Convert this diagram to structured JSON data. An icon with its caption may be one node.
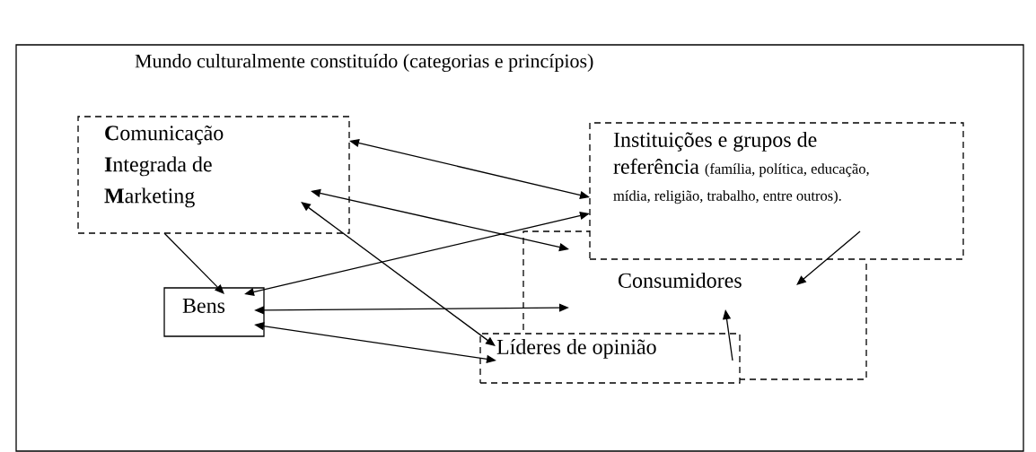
{
  "diagram": {
    "nodes": [
      {
        "text": [
          "Mundo culturalmente constituído (categorias e princípios)"
        ]
      },
      {
        "text": [
          "**C**omunicação **I**ntegrada de **M**arketing"
        ],
        "in": 0
      },
      {
        "text": [
          "Instituições e grupos de referência",
          "(família, política, educação, mídia, religião, trabalho, entre outros)."
        ],
        "in": 0
      },
      {
        "text": [
          "Bens"
        ],
        "in": 0
      },
      {
        "text": [
          "Consumidores"
        ],
        "in": 0
      },
      {
        "text": [
          "Líderes de opinião"
        ],
        "in": 0
      }
    ],
    "edges": [
      {
        "from": 1,
        "to": 2,
        "arrow": "both"
      },
      {
        "from": 1,
        "to": 4,
        "arrow": "both"
      },
      {
        "from": 1,
        "to": 5,
        "arrow": "both"
      },
      {
        "from": 1,
        "to": 3,
        "arrow": "to"
      },
      {
        "from": 3,
        "to": 2,
        "arrow": "both"
      },
      {
        "from": 3,
        "to": 4,
        "arrow": "both"
      },
      {
        "from": 3,
        "to": 5,
        "arrow": "both"
      },
      {
        "from": 2,
        "to": 4,
        "arrow": "to"
      },
      {
        "from": 5,
        "to": 4,
        "arrow": "to"
      }
    ]
  }
}
